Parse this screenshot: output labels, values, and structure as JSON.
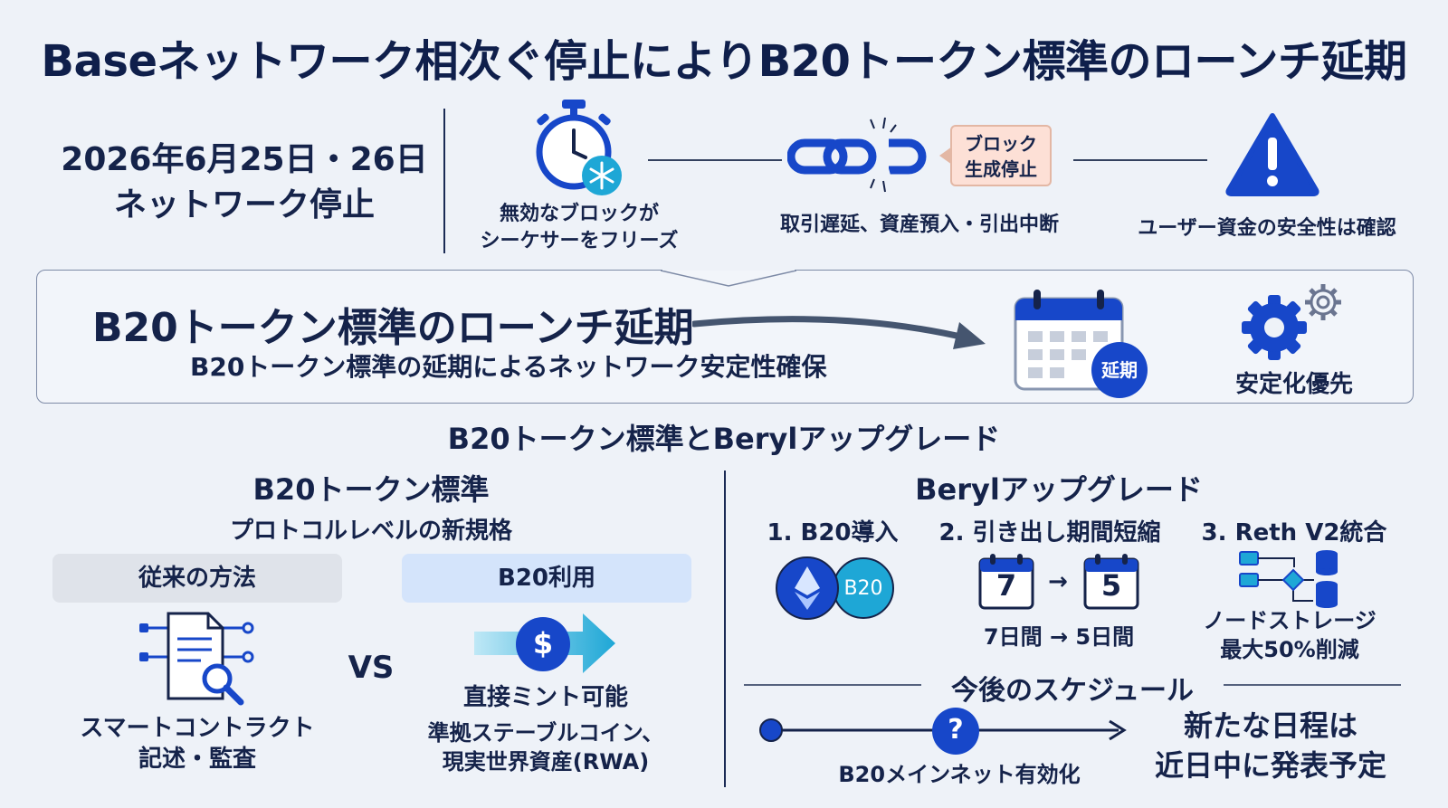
{
  "title": "Baseネットワーク相次ぐ停止によりB20トークン標準のローンチ延期",
  "date": {
    "line1": "2026年6月25日・26日",
    "line2": "ネットワーク停止"
  },
  "flow": {
    "step1": {
      "line1": "無効なブロックが",
      "line2": "シーケサーをフリーズ"
    },
    "step2": {
      "caption": "取引遅延、資産預入・引出中断",
      "bubble_line1": "ブロック",
      "bubble_line2": "生成停止"
    },
    "step3": {
      "caption": "ユーザー資金の安全性は確認"
    }
  },
  "panel": {
    "title": "B20トークン標準のローンチ延期",
    "subtitle": "B20トークン標準の延期によるネットワーク安定性確保",
    "calendar_badge": "延期",
    "stability_label": "安定化優先"
  },
  "section_title": "B20トークン標準とBerylアップグレード",
  "left": {
    "heading": "B20トークン標準",
    "subheading": "プロトコルレベルの新規格",
    "old_label": "従来の方法",
    "new_label": "B20利用",
    "vs": "VS",
    "old_line1": "スマートコントラクト",
    "old_line2": "記述・監査",
    "new_line1": "直接ミント可能",
    "new_line2": "準拠ステーブルコイン、",
    "new_line3": "現実世界資産(RWA)",
    "dollar": "$"
  },
  "right": {
    "heading": "Berylアップグレード",
    "step1": "1. B20導入",
    "step2": "2. 引き出し期間短縮",
    "step3": "3. Reth V2統合",
    "b20_coin": "B20",
    "cal_from": "7",
    "cal_to": "5",
    "arrow": "→",
    "days_label": "7日間 → 5日間",
    "node_line1": "ノードストレージ",
    "node_line2": "最大50%削減"
  },
  "schedule": {
    "title": "今後のスケジュール",
    "unknown": "?",
    "milestone": "B20メインネット有効化",
    "final_line1": "新たな日程は",
    "final_line2": "近日中に発表予定"
  },
  "colors": {
    "primary": "#1747c9",
    "dark": "#15234a",
    "cyan": "#1ea7d6",
    "warning_bubble": "#fde0d6"
  }
}
